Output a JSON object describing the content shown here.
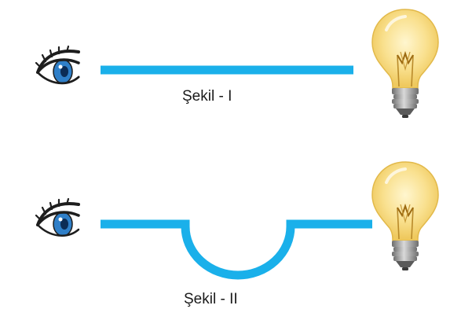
{
  "figures": [
    {
      "caption": "Şekil - I",
      "tube": "straight"
    },
    {
      "caption": "Şekil - II",
      "tube": "curved"
    }
  ],
  "colors": {
    "tube": "#1ab0ea",
    "bulb_glass": "#f7dc86",
    "bulb_glow": "#fbe9a8",
    "bulb_base": "#9a9a9a",
    "eye_iris": "#2f7fc8",
    "eye_outline": "#1e1e1e",
    "caption_text": "#1a1a1a"
  },
  "icons": [
    "eye-icon",
    "light-bulb-icon"
  ]
}
